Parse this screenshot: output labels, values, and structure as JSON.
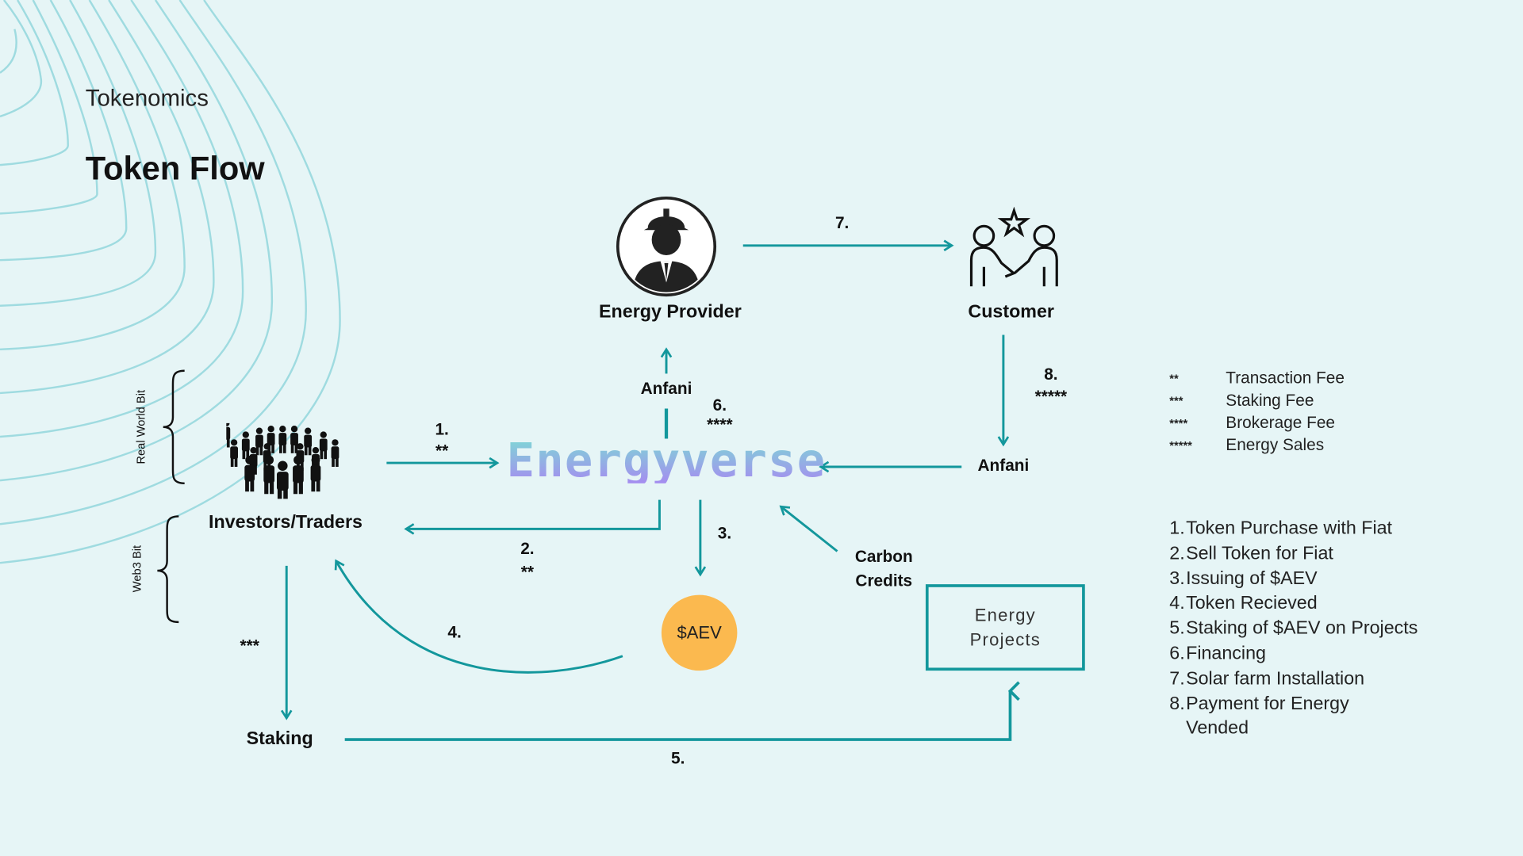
{
  "header": {
    "subtitle": "Tokenomics",
    "title": "Token Flow"
  },
  "colors": {
    "teal": "#13979c",
    "background": "#e6f5f6",
    "token": "#fbb94f"
  },
  "nodes": {
    "energy_provider": "Energy Provider",
    "customer": "Customer",
    "investors": "Investors/Traders",
    "energyverse": "Energyverse",
    "token": "$AEV",
    "staking": "Staking",
    "energy_projects_line1": "Energy",
    "energy_projects_line2": "Projects",
    "carbon_line1": "Carbon",
    "carbon_line2": "Credits",
    "anfani_top": "Anfani",
    "anfani_right": "Anfani"
  },
  "braces": {
    "real_world": "Real World Bit",
    "web3": "Web3 Bit"
  },
  "flow_labels": {
    "f1": "1.",
    "f1s": "**",
    "f2": "2.",
    "f2s": "**",
    "f3": "3.",
    "f4": "4.",
    "f5": "5.",
    "f6": "6.",
    "f6s": "****",
    "f7": "7.",
    "f8": "8.",
    "f8s": "*****",
    "staking_fee": "***"
  },
  "legend": [
    {
      "key": "**",
      "label": "Transaction Fee"
    },
    {
      "key": "***",
      "label": "Staking Fee"
    },
    {
      "key": "****",
      "label": "Brokerage Fee"
    },
    {
      "key": "*****",
      "label": "Energy Sales"
    }
  ],
  "steps": [
    {
      "n": "1.",
      "label": "Token Purchase with Fiat"
    },
    {
      "n": "2.",
      "label": "Sell Token for Fiat"
    },
    {
      "n": "3.",
      "label": "Issuing of $AEV"
    },
    {
      "n": "4.",
      "label": "Token Recieved"
    },
    {
      "n": "5.",
      "label": "Staking of $AEV on Projects"
    },
    {
      "n": "6.",
      "label": "Financing"
    },
    {
      "n": "7.",
      "label": "Solar farm Installation"
    },
    {
      "n": "8.",
      "label": "Payment for Energy"
    },
    {
      "n": "",
      "label": "Vended"
    }
  ]
}
